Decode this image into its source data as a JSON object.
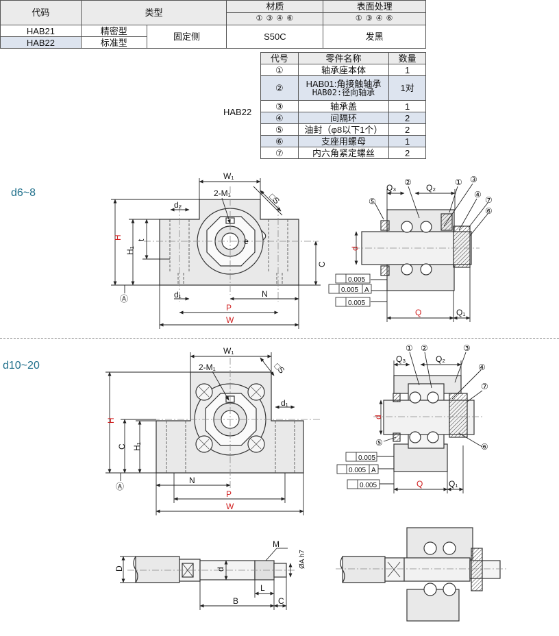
{
  "spec_table": {
    "header": {
      "code": "代码",
      "type": "类型",
      "material": "材质",
      "material_sub": "① ③ ④ ⑥",
      "surface": "表面处理",
      "surface_sub": "① ③ ④ ⑥"
    },
    "rows": [
      {
        "code": "HAB21",
        "type": "精密型"
      },
      {
        "code": "HAB22",
        "type": "标准型"
      }
    ],
    "fixed_side": "固定侧",
    "material": "S50C",
    "surface": "发黑"
  },
  "parts_table": {
    "model": "HAB22",
    "header": {
      "no": "代号",
      "name": "零件名称",
      "qty": "数量"
    },
    "rows": [
      {
        "no": "①",
        "name": "轴承座本体",
        "qty": "1"
      },
      {
        "no": "②",
        "name": "HAB01:角接触轴承",
        "name2": "HAB02:径向轴承",
        "qty": "1对"
      },
      {
        "no": "③",
        "name": "轴承盖",
        "qty": "1"
      },
      {
        "no": "④",
        "name": "间隔环",
        "qty": "2"
      },
      {
        "no": "⑤",
        "name": "油封（φ8以下1个）",
        "qty": "2"
      },
      {
        "no": "⑥",
        "name": "支座用螺母",
        "qty": "1"
      },
      {
        "no": "⑦",
        "name": "内六角紧定螺丝",
        "qty": "2"
      }
    ]
  },
  "sections": {
    "small": "d6~8",
    "large": "d10~20"
  },
  "dims": {
    "W1": "W₁",
    "M1": "2-M₁",
    "S": "□S",
    "d2": "d₂",
    "d1": "d₁",
    "H": "H",
    "H1": "H₁",
    "t": "t",
    "e": "e",
    "C": "C",
    "A": "Ⓐ",
    "N": "N",
    "P": "P",
    "W": "W",
    "Q": "Q",
    "Q1": "Q₁",
    "Q2": "Q₂",
    "Q3": "Q₃",
    "d": "d",
    "tol1": "0.005",
    "tol2": "0.005",
    "tol2ref": "A",
    "tol3": "0.005",
    "D": "D",
    "M": "M",
    "L": "L",
    "B": "B",
    "phiA": "ØA h7"
  },
  "callouts": {
    "c1": "①",
    "c2": "②",
    "c3": "③",
    "c4": "④",
    "c5": "⑤",
    "c6": "⑥",
    "c7": "⑦"
  },
  "colors": {
    "table_header": "#ebebeb",
    "table_highlight": "#dde4ef",
    "part_fill": "#e9e9e9",
    "dim_red": "#d02020",
    "section_label": "#1f6f8b"
  }
}
